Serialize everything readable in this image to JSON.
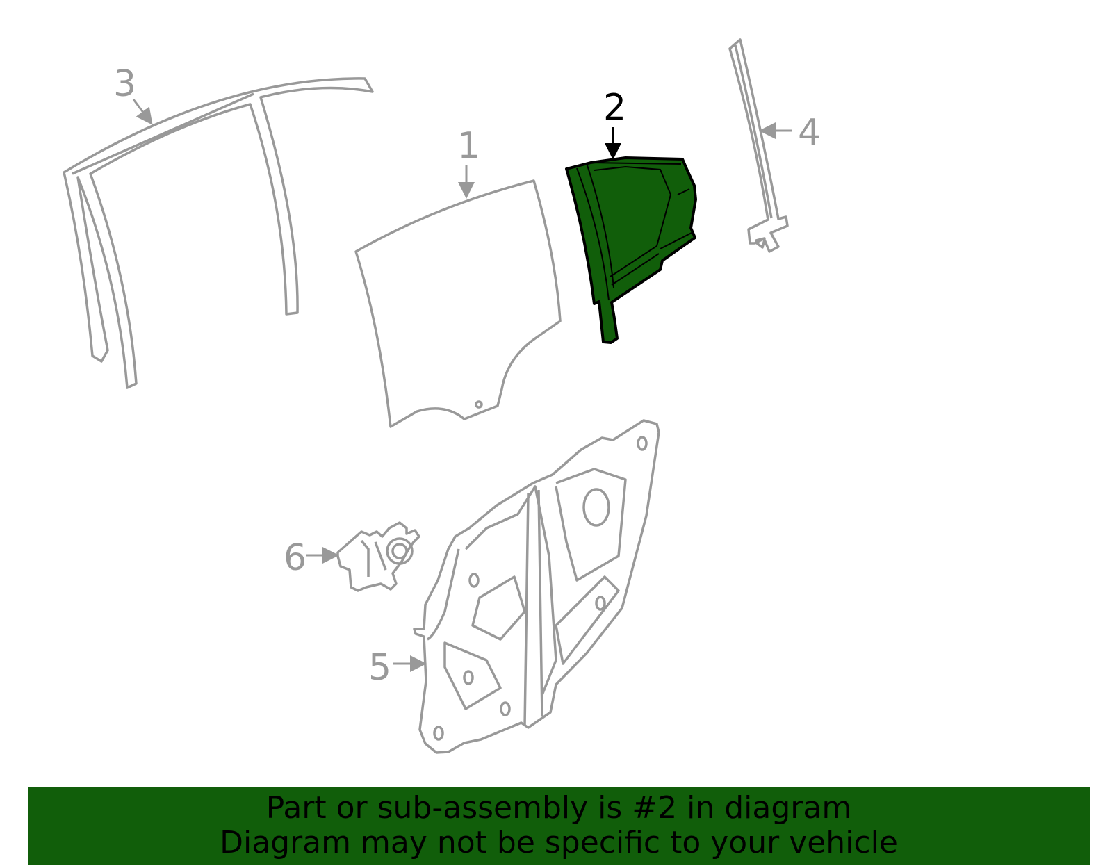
{
  "callouts": [
    {
      "number": "1",
      "selected": false
    },
    {
      "number": "2",
      "selected": true
    },
    {
      "number": "3",
      "selected": false
    },
    {
      "number": "4",
      "selected": false
    },
    {
      "number": "5",
      "selected": false
    },
    {
      "number": "6",
      "selected": false
    }
  ],
  "highlight_color": "#115e0a",
  "banner": {
    "line1": "Part or sub-assembly is #2 in diagram",
    "line2": "Diagram may not be specific to your vehicle"
  }
}
